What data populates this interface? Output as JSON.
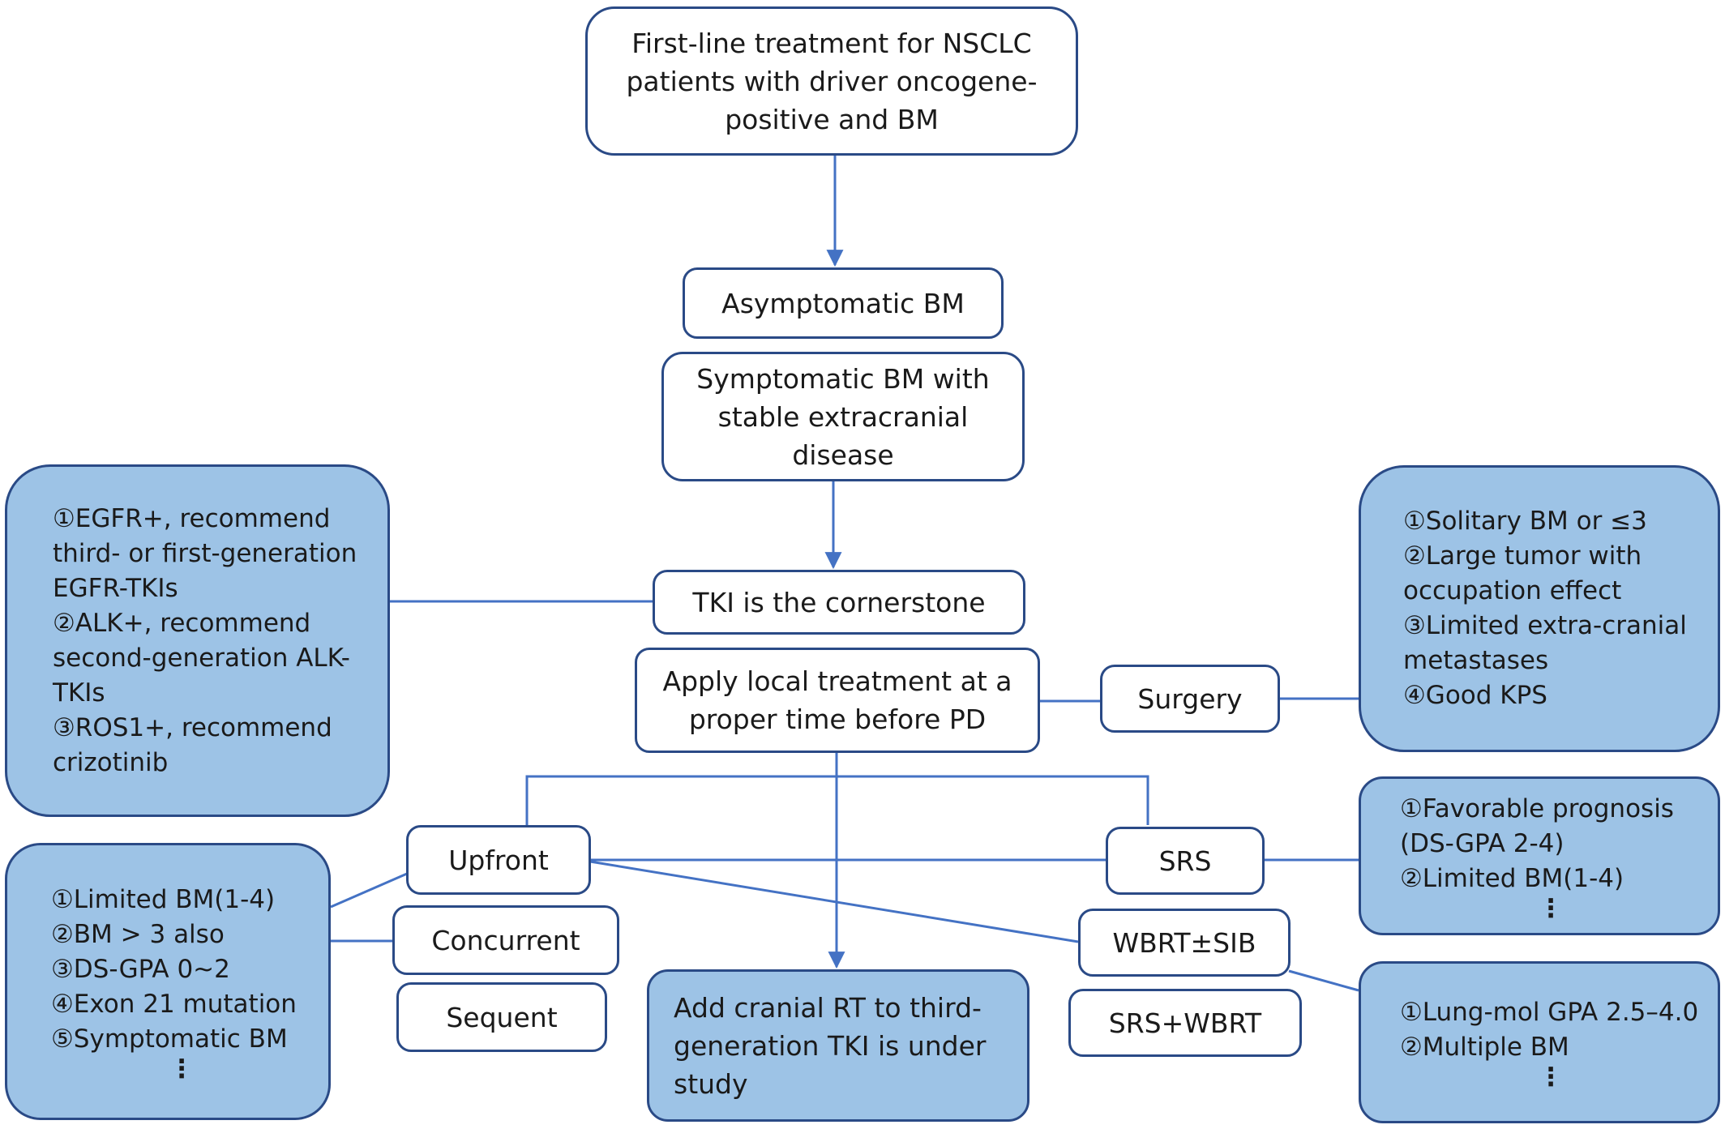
{
  "nodes": {
    "start": "First-line treatment for NSCLC patients with driver oncogene-positive and BM",
    "asymptomatic": "Asymptomatic BM",
    "symptomatic": "Symptomatic BM with stable extracranial disease",
    "tki": "TKI is the cornerstone",
    "local": "Apply local treatment at a proper time before PD",
    "surgery": "Surgery",
    "upfront": "Upfront",
    "concurrent": "Concurrent",
    "sequent": "Sequent",
    "srs": "SRS",
    "wbrt_sib": "WBRT±SIB",
    "srs_wbrt": "SRS+WBRT",
    "cranial_rt": "Add cranial RT to third-generation TKI is under study"
  },
  "lists": {
    "tki_notes": [
      "①EGFR+, recommend third- or first-generation EGFR-TKIs",
      "②ALK+, recommend second-generation ALK-TKIs",
      "③ROS1+, recommend crizotinib"
    ],
    "surgery_notes": [
      "①Solitary BM or ≤3",
      "②Large tumor with occupation effect",
      "③Limited extra-cranial metastases",
      "④Good KPS"
    ],
    "srs_notes": [
      "①Favorable prognosis (DS-GPA 2-4)",
      "②Limited BM(1-4)",
      "⋮"
    ],
    "upfront_notes": [
      "①Limited BM(1-4)",
      "②BM > 3 also",
      "③DS-GPA 0~2",
      "④Exon 21 mutation",
      "⑤Symptomatic BM",
      "⋮"
    ],
    "wbrt_notes": [
      "①Lung-mol GPA 2.5–4.0",
      "②Multiple BM",
      "⋮"
    ]
  },
  "colors": {
    "line": "#4472c4",
    "border": "#2a4a86",
    "fill_blue": "#9dc3e6"
  }
}
